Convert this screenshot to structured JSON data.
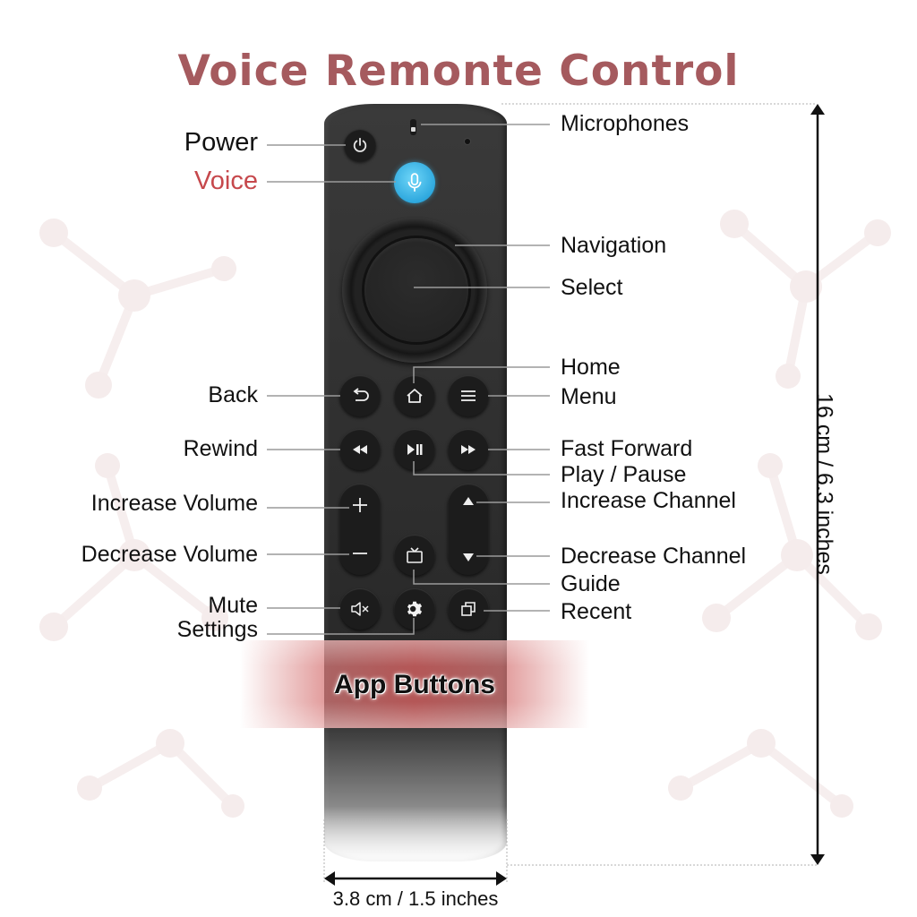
{
  "title": "Voice Remonte Control",
  "labels": {
    "power": "Power",
    "voice": "Voice",
    "microphones": "Microphones",
    "navigation": "Navigation",
    "select": "Select",
    "home": "Home",
    "back": "Back",
    "menu": "Menu",
    "rewind": "Rewind",
    "fast_forward": "Fast Forward",
    "play_pause": "Play / Pause",
    "increase_volume": "Increase Volume",
    "increase_channel": "Increase Channel",
    "decrease_volume": "Decrease Volume",
    "decrease_channel": "Decrease Channel",
    "guide": "Guide",
    "mute": "Mute",
    "recent": "Recent",
    "settings": "Settings"
  },
  "app_buttons_label": "App Buttons",
  "dimensions": {
    "height": "16 cm / 6.3 inches",
    "width": "3.8 cm / 1.5 inches"
  },
  "colors": {
    "title": "#a55a5e",
    "voice_label": "#c6484c",
    "voice_button": "#2ea8de",
    "remote_body": "#2d2d2d",
    "app_band": "#cd5f5f"
  },
  "icons": {
    "power": "power-icon",
    "voice": "microphone-icon",
    "back": "back-arrow-icon",
    "home": "home-icon",
    "menu": "menu-icon",
    "rewind": "rewind-icon",
    "play_pause": "play-pause-icon",
    "fast_forward": "fast-forward-icon",
    "volume_up": "plus-icon",
    "volume_down": "minus-icon",
    "channel_up": "triangle-up-icon",
    "channel_down": "triangle-down-icon",
    "guide": "tv-icon",
    "mute": "mute-icon",
    "settings": "gear-icon",
    "recent": "recent-apps-icon"
  }
}
